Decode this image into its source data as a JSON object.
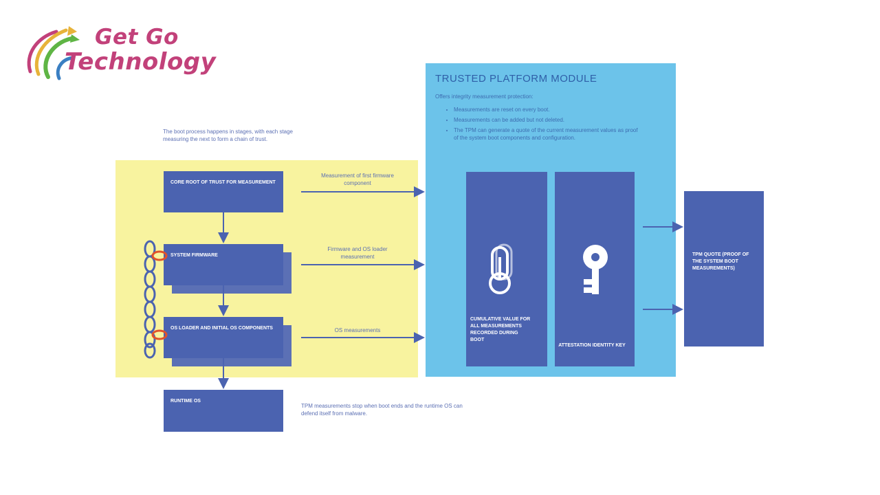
{
  "logo": {
    "line1": "Get Go",
    "line2": "Technology",
    "brand_color": "#c2417a"
  },
  "colors": {
    "stage_box": "#4b63b0",
    "yellow_zone": "#f8f39f",
    "tpm_zone": "#6cc3ea",
    "arrow": "#4b63b0"
  },
  "intro_text": "The boot process happens in stages, with each stage measuring the next to form a chain of trust.",
  "stages": [
    {
      "label": "Core root of trust for measurement"
    },
    {
      "label": "System firmware"
    },
    {
      "label": "OS loader and initial OS components"
    },
    {
      "label": "Runtime OS"
    }
  ],
  "arrow_labels": [
    "Measurement of first firmware component",
    "Firmware and OS loader measurement",
    "OS measurements"
  ],
  "bottom_note": "TPM measurements stop when boot ends and the runtime OS can defend itself from malware.",
  "tpm": {
    "title": "TRUSTED PLATFORM MODULE",
    "subtitle": "Offers integrity measurement protection:",
    "bullets": [
      "Measurements are reset on every boot.",
      "Measurements can be added but not deleted.",
      "The TPM can generate a quote of the current measurement values as proof of the system boot components and configuration."
    ],
    "panel_pcr": "Cumulative value for all measurements recorded during boot",
    "panel_aik": "Attestation identity key",
    "icons": [
      "thermometer-icon",
      "key-icon"
    ]
  },
  "quote": "TPM quote (proof of the system boot measurements)"
}
